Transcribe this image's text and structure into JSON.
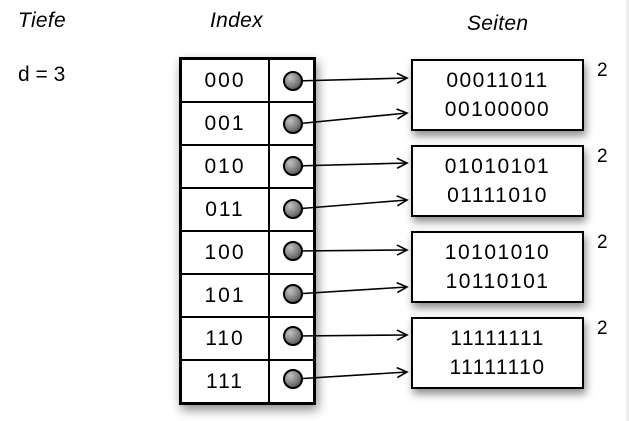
{
  "diagram": {
    "depth_title": "Tiefe",
    "depth_value": "d = 3",
    "index_title": "Index",
    "pages_title": "Seiten"
  },
  "index_table": {
    "rows": [
      {
        "bits": "000"
      },
      {
        "bits": "001"
      },
      {
        "bits": "010"
      },
      {
        "bits": "011"
      },
      {
        "bits": "100"
      },
      {
        "bits": "101"
      },
      {
        "bits": "110"
      },
      {
        "bits": "111"
      }
    ]
  },
  "pages": [
    {
      "entries": [
        "00011011",
        "00100000"
      ],
      "local_depth": "2"
    },
    {
      "entries": [
        "01010101",
        "01111010"
      ],
      "local_depth": "2"
    },
    {
      "entries": [
        "10101010",
        "10110101"
      ],
      "local_depth": "2"
    },
    {
      "entries": [
        "11111111",
        "11111110"
      ],
      "local_depth": "2"
    }
  ],
  "connections": [
    {
      "from_bits": "000",
      "to_page": 1
    },
    {
      "from_bits": "001",
      "to_page": 1
    },
    {
      "from_bits": "010",
      "to_page": 2
    },
    {
      "from_bits": "011",
      "to_page": 2
    },
    {
      "from_bits": "100",
      "to_page": 3
    },
    {
      "from_bits": "101",
      "to_page": 3
    },
    {
      "from_bits": "110",
      "to_page": 4
    },
    {
      "from_bits": "111",
      "to_page": 4
    }
  ],
  "colors": {
    "ink": "#000000",
    "paper": "#ffffff",
    "dot_fill": "#777777",
    "shadow": "rgba(0,0,0,0.45)"
  }
}
